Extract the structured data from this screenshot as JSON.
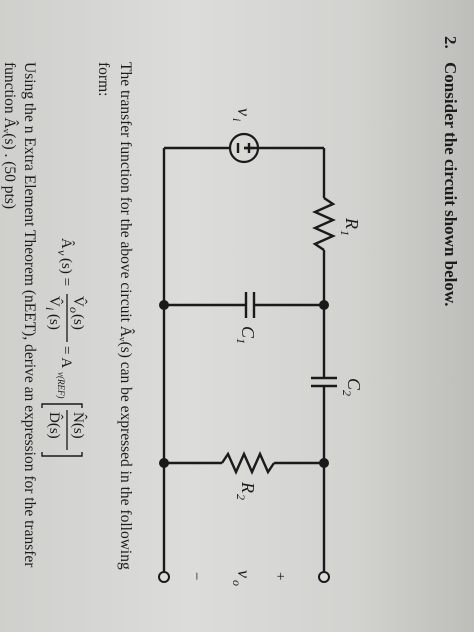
{
  "problem": {
    "number": "2.",
    "heading": "Consider the circuit shown below.",
    "transfer_text_line1": "The transfer function for the above circuit  Âᵥ(s)  can be expressed in the following",
    "transfer_text_line2": "form:",
    "instruction_line1": "Using the n Extra Element Theorem (nEET), derive an expression for the transfer",
    "instruction_line2": "function  Âᵥ(s) . (50 pts)"
  },
  "circuit": {
    "source_label": "v",
    "source_sub": "i",
    "source_plus": "+",
    "source_minus": "−",
    "r1_label": "R",
    "r1_sub": "1",
    "c1_label": "C",
    "c1_sub": "1",
    "c2_label": "C",
    "c2_sub": "2",
    "r2_label": "R",
    "r2_sub": "2",
    "out_plus": "+",
    "out_label": "v",
    "out_sub": "o",
    "out_minus": "−"
  },
  "equation": {
    "lhs": "Â",
    "lhs_sub": "v",
    "lhs_arg": "(s) =",
    "num_v": "V̂",
    "num_sub": "o",
    "num_arg": "(s)",
    "den_v": "V̂",
    "den_sub": "i",
    "den_arg": "(s)",
    "mid": "= A",
    "mid_sub": "v(REF)",
    "frac2_num": "N̂(s)",
    "frac2_den": "D̂(s)"
  }
}
